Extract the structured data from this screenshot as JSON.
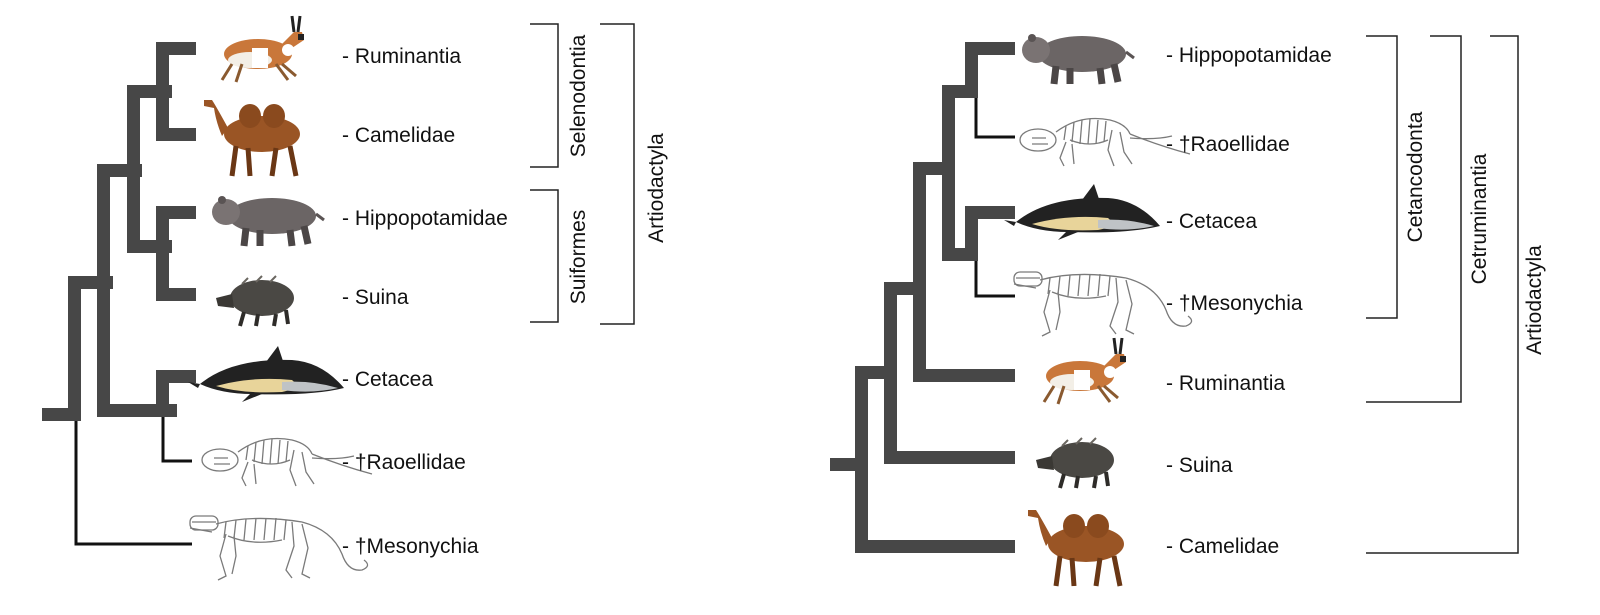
{
  "left_tree": {
    "taxa": [
      {
        "label": "- Ruminantia",
        "animal": "pronghorn-icon"
      },
      {
        "label": "- Camelidae",
        "animal": "camel-icon"
      },
      {
        "label": "- Hippopotamidae",
        "animal": "hippo-icon"
      },
      {
        "label": "- Suina",
        "animal": "peccary-icon"
      },
      {
        "label": "- Cetacea",
        "animal": "dolphin-icon"
      },
      {
        "label": "- †Raoellidae",
        "animal": "raoellid-skeleton-icon"
      },
      {
        "label": "- †Mesonychia",
        "animal": "mesonychid-skeleton-icon"
      }
    ],
    "clades": {
      "selenodontia": "Selenodontia",
      "suiformes": "Suiformes",
      "artiodactyla": "Artiodactyla"
    }
  },
  "right_tree": {
    "taxa": [
      {
        "label": "- Hippopotamidae",
        "animal": "hippo-icon"
      },
      {
        "label": "- †Raoellidae",
        "animal": "raoellid-skeleton-icon"
      },
      {
        "label": "- Cetacea",
        "animal": "dolphin-icon"
      },
      {
        "label": "- †Mesonychia",
        "animal": "mesonychid-skeleton-icon"
      },
      {
        "label": "- Ruminantia",
        "animal": "pronghorn-icon"
      },
      {
        "label": "- Suina",
        "animal": "peccary-icon"
      },
      {
        "label": "- Camelidae",
        "animal": "camel-icon"
      }
    ],
    "clades": {
      "cetancodonta": "Cetancodonta",
      "cetruminantia": "Cetruminantia",
      "artiodactyla": "Artiodactyla"
    }
  },
  "colors": {
    "thick_branch": "#474747",
    "thin_branch": "#111111",
    "bracket": "#222222",
    "pronghorn": "#c9773a",
    "camel": "#9a5525",
    "hippo": "#6b6565",
    "peccary": "#4a4844",
    "dolphin_dark": "#222222",
    "dolphin_belly": "#e8d49a"
  }
}
